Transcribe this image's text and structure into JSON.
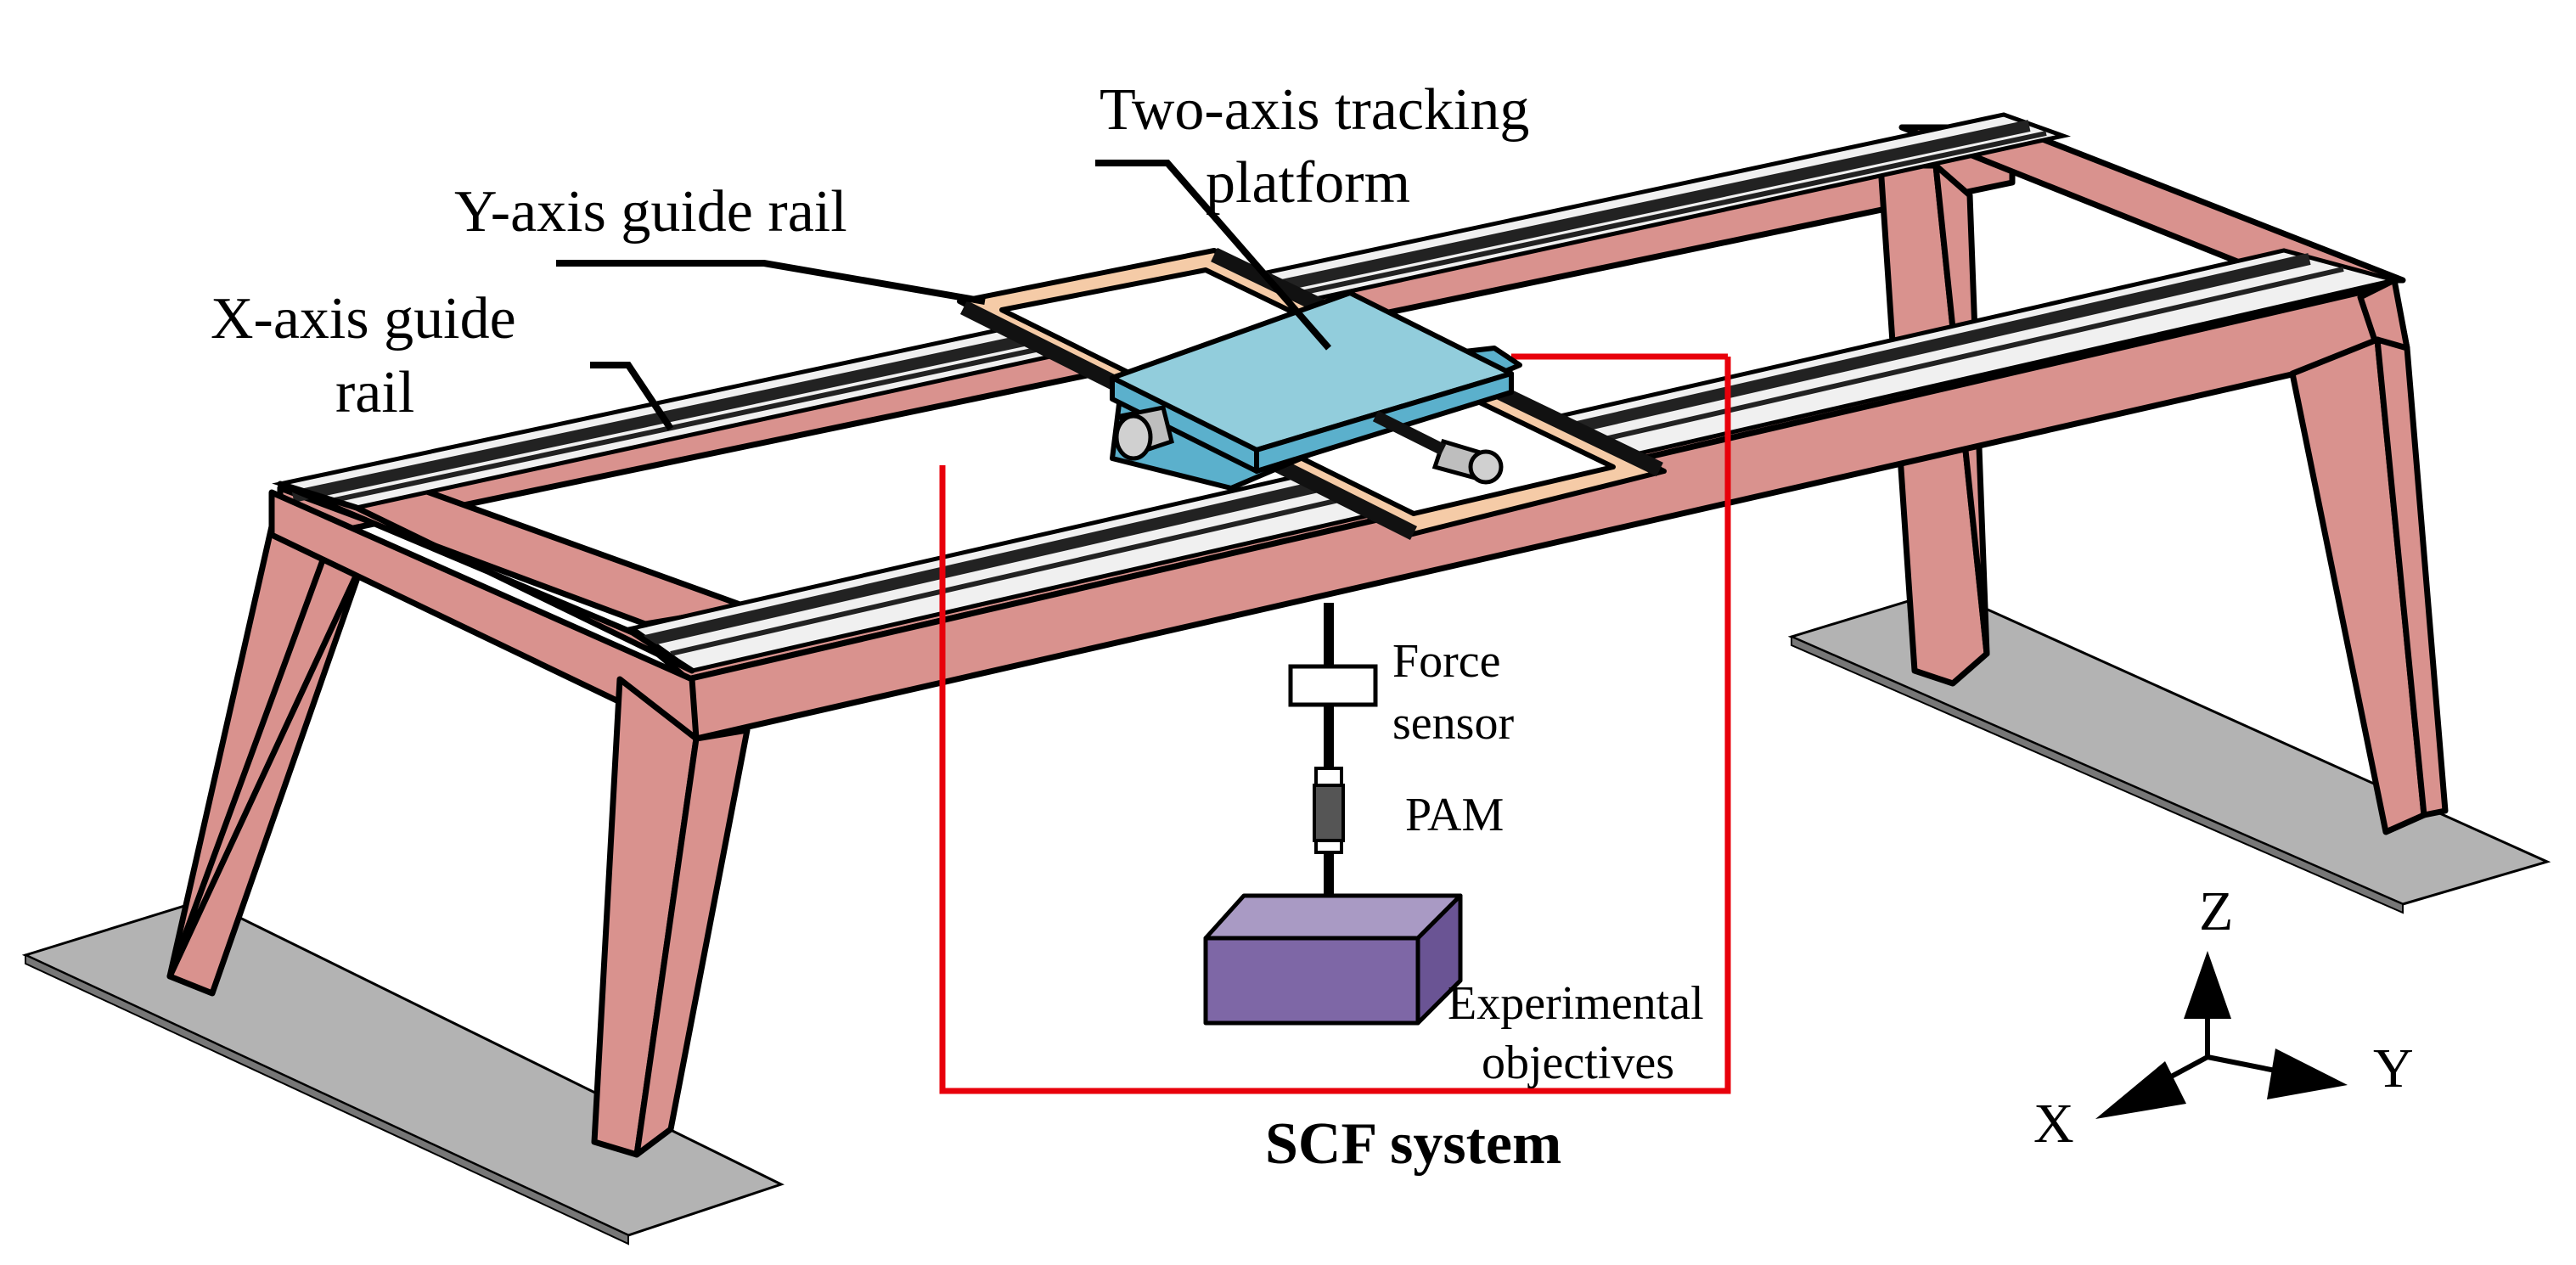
{
  "labels": {
    "two_axis_line1": "Two-axis tracking",
    "two_axis_line2": "platform",
    "y_rail": "Y-axis guide rail",
    "x_rail_line1": "X-axis guide",
    "x_rail_line2": "rail",
    "force_line1": "Force",
    "force_line2": "sensor",
    "pam": "PAM",
    "exp_line1": "Experimental",
    "exp_line2": "objectives",
    "scf": "SCF system"
  },
  "axes": {
    "z": "Z",
    "y": "Y",
    "x": "X"
  },
  "colors": {
    "frame": "#D9928E",
    "ground": "#B3B3B3",
    "platform": "#92CDDC",
    "platform_side": "#5BB0CC",
    "carriage": "#F5CBA7",
    "object_top": "#A99AC4",
    "object_front": "#7E67A6",
    "scf_box": "#E8000B",
    "rail_dark": "#222222",
    "rail_light": "#F0F0F0"
  }
}
